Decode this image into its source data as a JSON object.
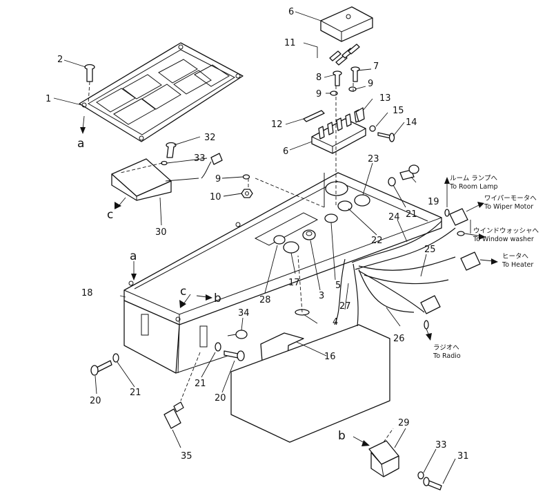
{
  "part_numbers": [
    "1",
    "2",
    "3",
    "4",
    "5",
    "6",
    "6",
    "7",
    "8",
    "9",
    "9",
    "9",
    "10",
    "11",
    "12",
    "13",
    "14",
    "15",
    "16",
    "17",
    "18",
    "19",
    "20",
    "20",
    "21",
    "21",
    "21",
    "22",
    "23",
    "24",
    "25",
    "26",
    "27",
    "28",
    "29",
    "30",
    "31",
    "32",
    "33",
    "33",
    "34",
    "35"
  ],
  "view_letters": [
    "a",
    "a",
    "b",
    "b",
    "c",
    "c"
  ],
  "destinations": [
    {
      "jp": "ルーム ランプへ",
      "en": "To Room Lamp"
    },
    {
      "jp": "ワイパーモータへ",
      "en": "To Wiper Motor"
    },
    {
      "jp": "ウインドウォッシャへ",
      "en": "To Window washer"
    },
    {
      "jp": "ヒータへ",
      "en": "To Heater"
    },
    {
      "jp": "ラジオへ",
      "en": "To Radio"
    }
  ]
}
